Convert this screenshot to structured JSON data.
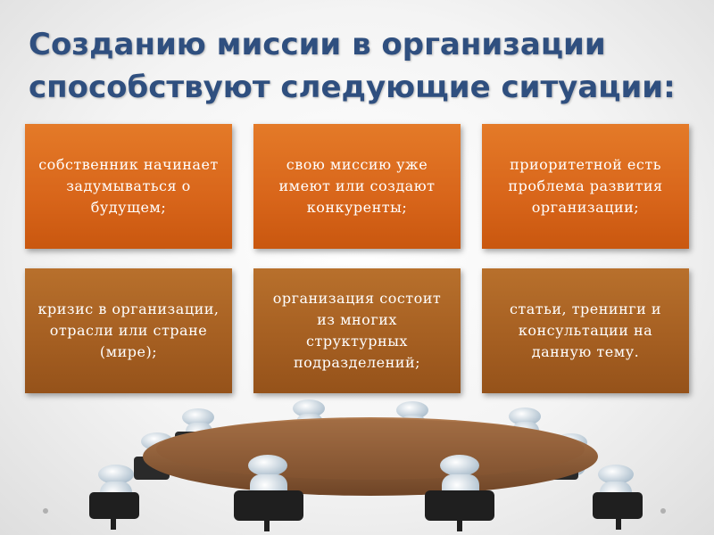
{
  "title": {
    "line1": "Созданию миссии в организации",
    "line2": "способствуют следующие ситуации:"
  },
  "boxes": [
    {
      "text": "собственник начинает задумываться о будущем;"
    },
    {
      "text": "свою миссию уже имеют или создают конкуренты;"
    },
    {
      "text": "приоритетной есть проблема развития организации;"
    },
    {
      "text": "кризис в организации, отрасли или стране (мире);"
    },
    {
      "text": "организация состоит из многих структурных подразделений;"
    },
    {
      "text": "статьи, тренинги и консультации на данную тему."
    }
  ],
  "colors": {
    "title": "#2f4f7f",
    "box_top_row": "#d8651a",
    "box_bottom_row": "#a45e21"
  }
}
